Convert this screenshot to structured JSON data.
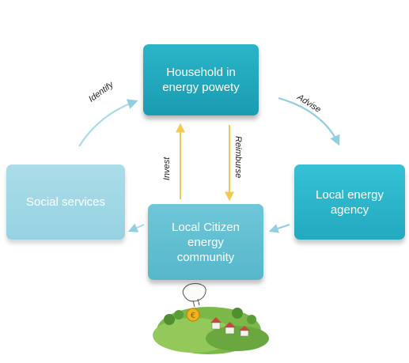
{
  "nodes": {
    "household": {
      "lines": [
        "Household in",
        "energy powety"
      ]
    },
    "local_agency": {
      "lines": [
        "Local energy",
        "agency"
      ]
    },
    "community": {
      "lines": [
        "Local Citizen",
        "energy",
        "community"
      ]
    },
    "social": {
      "lines": [
        "Social services"
      ]
    }
  },
  "edges": {
    "identify": "Identify",
    "advise": "Advise",
    "invest": "Invest",
    "reimburse": "Reimburse"
  },
  "colors": {
    "household": "#1ea6bc",
    "local_agency": "#2cb6cb",
    "community": "#63bfd2",
    "social": "#a1d8e5",
    "arrow_blue": "#8fcfe0",
    "arrow_yellow": "#f3c94f"
  },
  "illustration": {
    "icon": "hand-dropping-coin-over-village-icon"
  }
}
